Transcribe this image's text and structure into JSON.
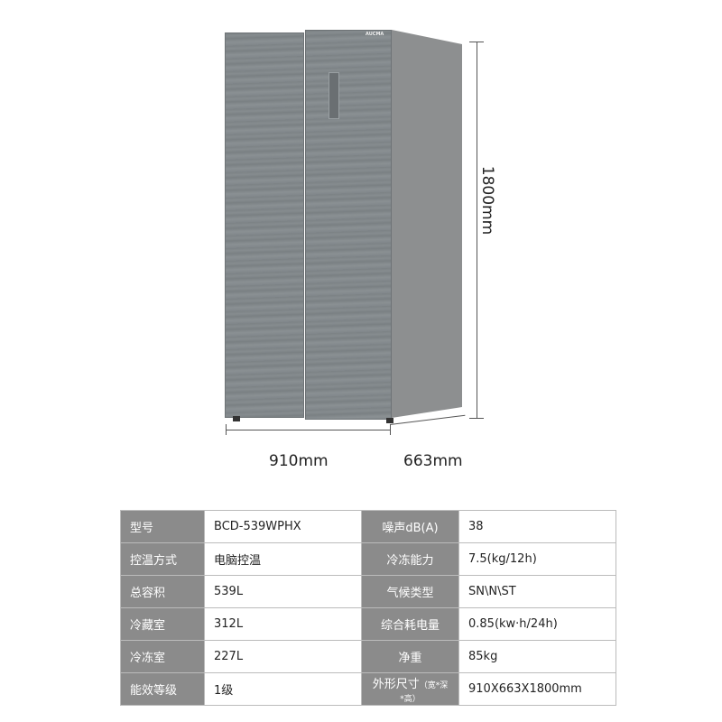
{
  "product": {
    "brand_logo": "AUCMA"
  },
  "dimensions": {
    "height": "1800mm",
    "width": "910mm",
    "depth": "663mm"
  },
  "specs": [
    {
      "k1": "型号",
      "v1": "BCD-539WPHX",
      "k2": "噪声dB(A)",
      "v2": "38"
    },
    {
      "k1": "控温方式",
      "v1": "电脑控温",
      "k2": "冷冻能力",
      "v2": "7.5(kg/12h)"
    },
    {
      "k1": "总容积",
      "v1": "539L",
      "k2": "气候类型",
      "v2": "SN\\N\\ST"
    },
    {
      "k1": "冷藏室",
      "v1": "312L",
      "k2": "综合耗电量",
      "v2": "0.85(kw·h/24h)"
    },
    {
      "k1": "冷冻室",
      "v1": "227L",
      "k2": "净重",
      "v2": "85kg"
    },
    {
      "k1": "能效等级",
      "v1": "1级",
      "k2": "外形尺寸",
      "k2_note": "（宽*深*高）",
      "v2": "910X663X1800mm"
    }
  ]
}
